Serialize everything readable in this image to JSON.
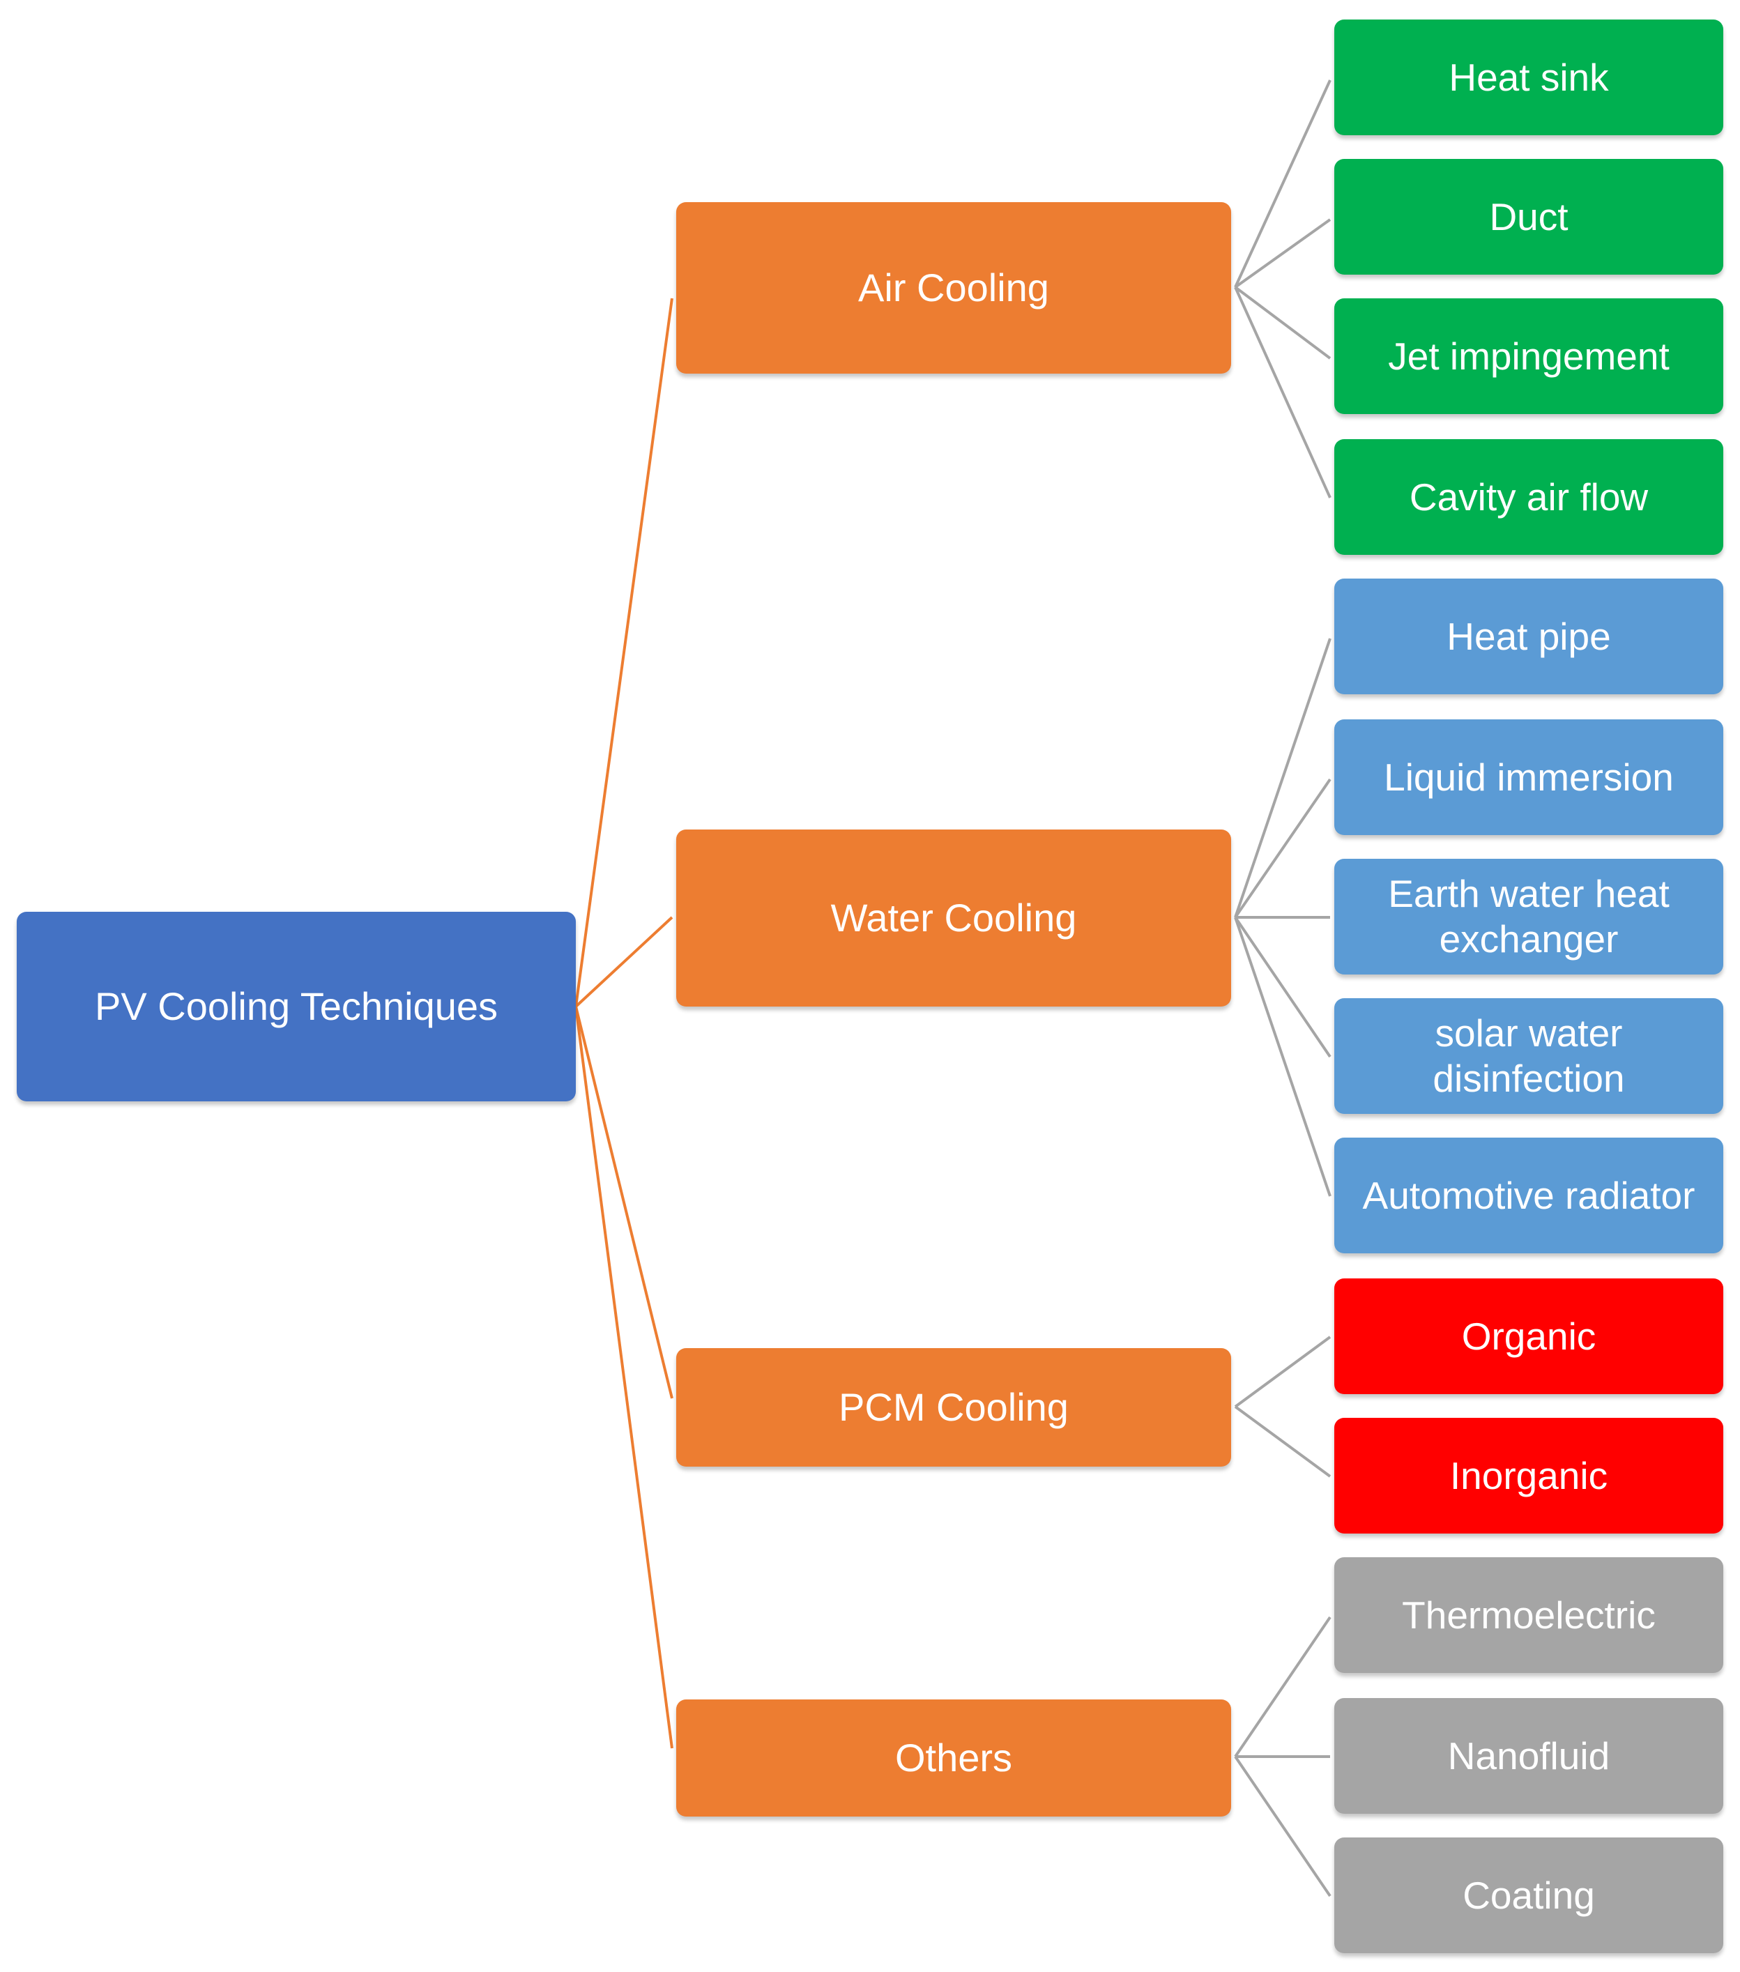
{
  "colors": {
    "root": "#4472C4",
    "branch": "#ED7D31",
    "air": "#00B050",
    "water": "#5B9BD5",
    "pcm": "#FF0000",
    "others": "#A5A5A5",
    "root_connector": "#ED7D31",
    "leaf_connector": "#A5A5A5"
  },
  "root": {
    "label": "PV Cooling Techniques"
  },
  "branches": [
    {
      "label": "Air Cooling",
      "color_key": "air",
      "children": [
        {
          "label": "Heat sink"
        },
        {
          "label": "Duct"
        },
        {
          "label": "Jet impingement"
        },
        {
          "label": "Cavity air flow"
        }
      ]
    },
    {
      "label": "Water Cooling",
      "color_key": "water",
      "children": [
        {
          "label": "Heat pipe"
        },
        {
          "label": "Liquid immersion"
        },
        {
          "label": "Earth water heat exchanger"
        },
        {
          "label": "solar water disinfection"
        },
        {
          "label": "Automotive radiator"
        }
      ]
    },
    {
      "label": "PCM Cooling",
      "color_key": "pcm",
      "children": [
        {
          "label": "Organic"
        },
        {
          "label": "Inorganic"
        }
      ]
    },
    {
      "label": "Others",
      "color_key": "others",
      "children": [
        {
          "label": "Thermoelectric"
        },
        {
          "label": "Nanofluid"
        },
        {
          "label": "Coating"
        }
      ]
    }
  ]
}
